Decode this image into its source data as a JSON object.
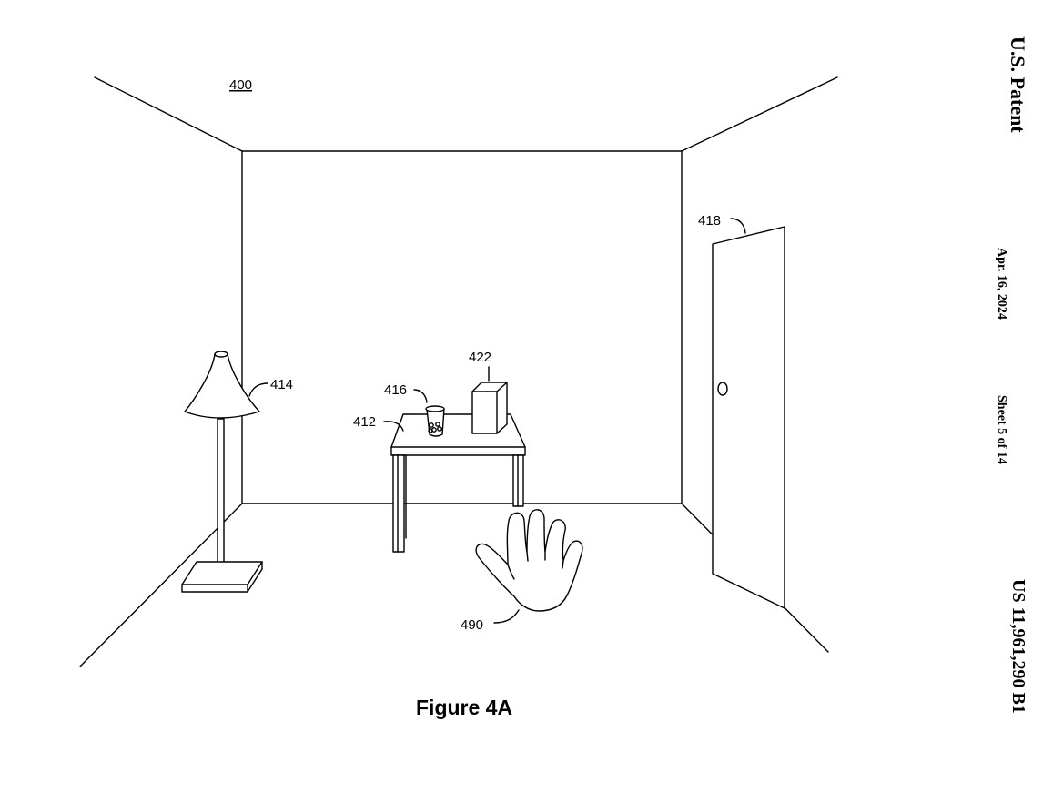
{
  "header": {
    "title": "U.S. Patent",
    "date": "Apr. 16, 2024",
    "sheet": "Sheet 5 of 14",
    "patent_number": "US 11,961,290 B1"
  },
  "figure": {
    "caption": "Figure 4A",
    "labels": {
      "scene": "400",
      "table": "412",
      "lamp": "414",
      "cup": "416",
      "door": "418",
      "box": "422",
      "hand": "490"
    }
  }
}
